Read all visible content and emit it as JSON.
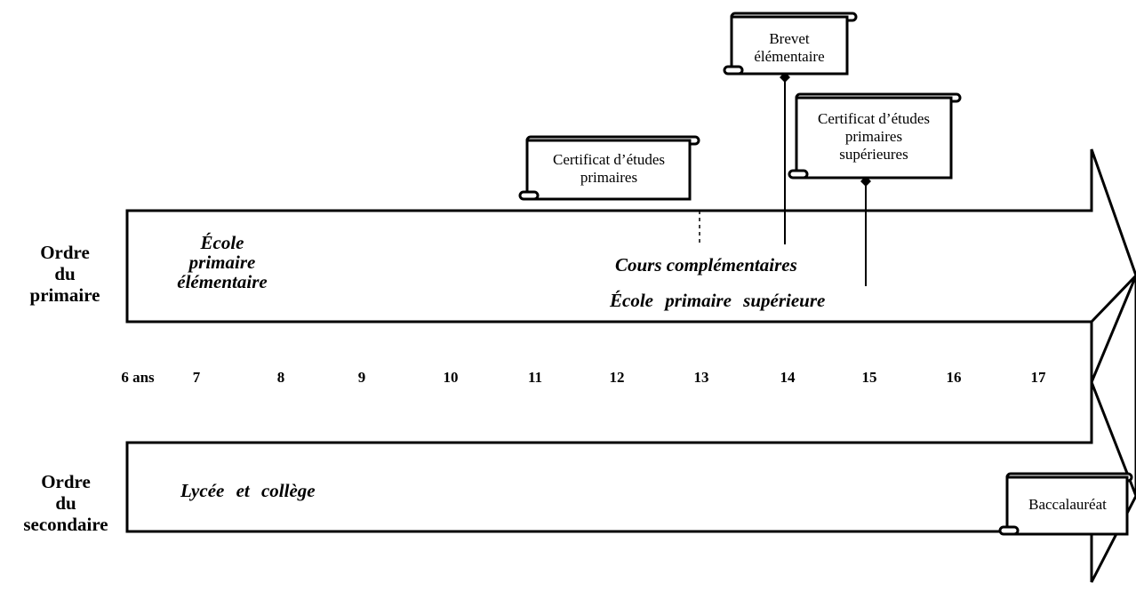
{
  "orders": {
    "primaire": {
      "line1": "Ordre",
      "line2": "du",
      "line3": "primaire"
    },
    "secondaire": {
      "line1": "Ordre",
      "line2": "du",
      "line3": "secondaire"
    }
  },
  "stages": {
    "ecole_elementaire": {
      "line1": "École",
      "line2": "primaire",
      "line3": "élémentaire"
    },
    "cours_complementaires": "Cours complémentaires",
    "ecole_superieure": "École primaire supérieure",
    "lycee": "Lycée et collège"
  },
  "ages": [
    "6 ans",
    "7",
    "8",
    "9",
    "10",
    "11",
    "12",
    "13",
    "14",
    "15",
    "16",
    "17"
  ],
  "diplomas": {
    "cep": {
      "line1": "Certificat d’études",
      "line2": "primaires"
    },
    "brevet": {
      "line1": "Brevet",
      "line2": "élémentaire"
    },
    "ceps": {
      "line1": "Certificat d’études",
      "line2": "primaires",
      "line3": "supérieures"
    },
    "bac": {
      "line1": "Baccalauréat"
    }
  }
}
